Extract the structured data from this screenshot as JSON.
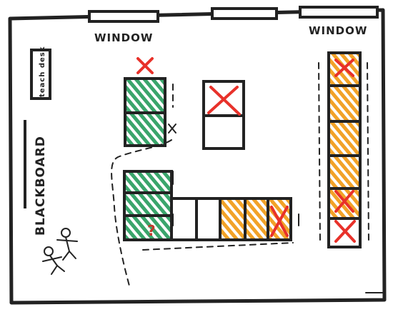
{
  "labels": {
    "window_left": "WINDOW",
    "window_right": "WINDOW",
    "teach_desk": "teach desk",
    "blackboard": "BLACKBOARD"
  },
  "colors": {
    "ink": "#222222",
    "green": "#3aa56b",
    "orange": "#f2a228",
    "red": "#e8312a"
  },
  "marks": {
    "x_mark": "✕",
    "question": "?"
  }
}
